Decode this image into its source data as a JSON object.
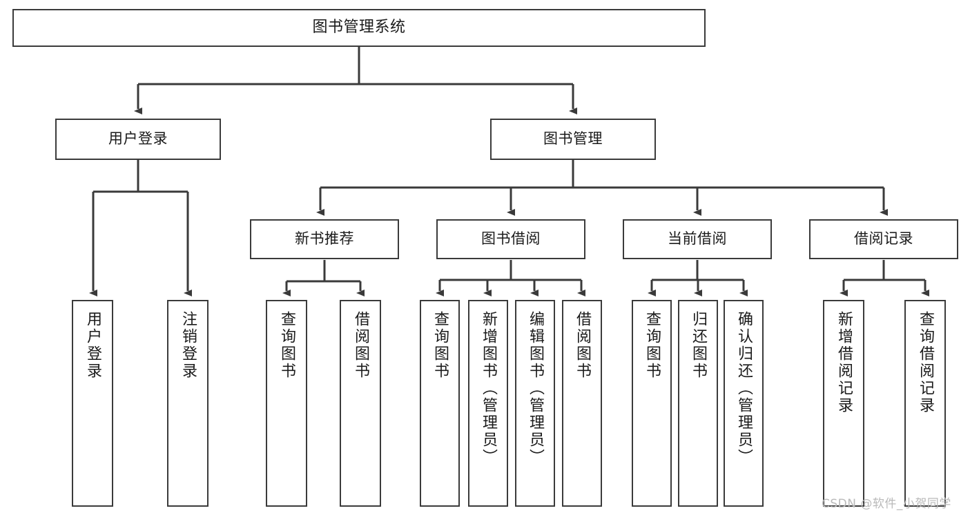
{
  "diagram": {
    "type": "tree-hierarchy-chart",
    "title": "图书管理系统",
    "stroke_color": "#3a3a3a",
    "background_color": "#ffffff",
    "text_color": "#1a1a1a",
    "levels": {
      "root": {
        "label": "图书管理系统"
      },
      "level1": [
        {
          "label": "用户登录"
        },
        {
          "label": "图书管理"
        }
      ],
      "level2": [
        {
          "label": "新书推荐"
        },
        {
          "label": "图书借阅"
        },
        {
          "label": "当前借阅"
        },
        {
          "label": "借阅记录"
        }
      ],
      "leaves": {
        "user_login": [
          {
            "label": "用户登录"
          },
          {
            "label": "注销登录"
          }
        ],
        "new_book_recommend": [
          {
            "label": "查询图书"
          },
          {
            "label": "借阅图书"
          }
        ],
        "book_borrow": [
          {
            "label": "查询图书"
          },
          {
            "label": "新增图书（管理员）"
          },
          {
            "label": "编辑图书（管理员）"
          },
          {
            "label": "借阅图书"
          }
        ],
        "current_borrow": [
          {
            "label": "查询图书"
          },
          {
            "label": "归还图书"
          },
          {
            "label": "确认归还（管理员）"
          }
        ],
        "borrow_record": [
          {
            "label": "新增借阅记录"
          },
          {
            "label": "查询借阅记录"
          }
        ]
      }
    }
  },
  "watermark": {
    "text": "CSDN @软件_小贺同学"
  }
}
